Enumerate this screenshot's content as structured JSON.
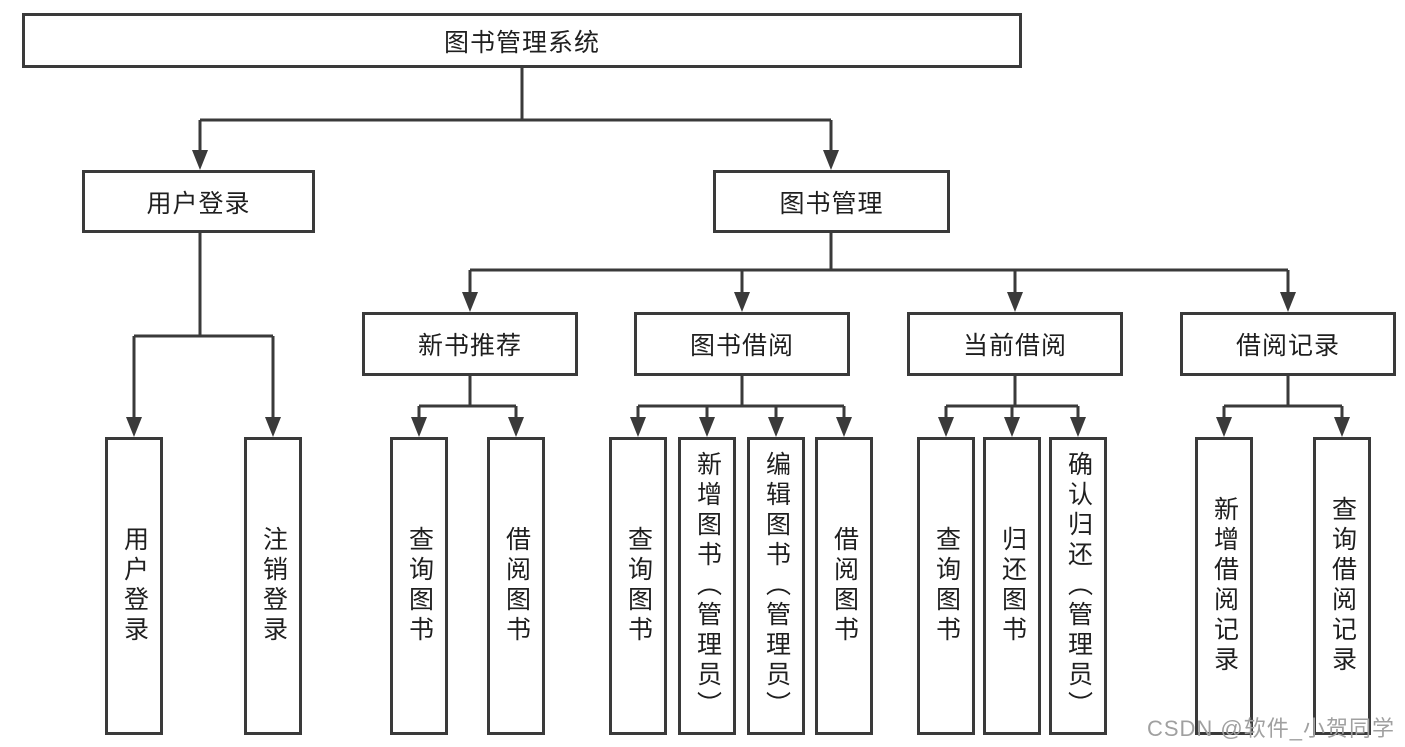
{
  "diagram": {
    "type": "hierarchy-tree",
    "watermark": "CSDN @软件_小贺同学",
    "colors": {
      "line": "#3a3a3a",
      "text": "#1f1f1f",
      "watermark": "#a0a0a0",
      "background": "#ffffff"
    },
    "root": {
      "label": "图书管理系统"
    },
    "branches": [
      {
        "label": "用户登录",
        "children": [
          {
            "label": "用户登录"
          },
          {
            "label": "注销登录"
          }
        ]
      },
      {
        "label": "图书管理",
        "children": [
          {
            "label": "新书推荐",
            "children": [
              {
                "label": "查询图书"
              },
              {
                "label": "借阅图书"
              }
            ]
          },
          {
            "label": "图书借阅",
            "children": [
              {
                "label": "查询图书"
              },
              {
                "label": "新增图书（管理员）"
              },
              {
                "label": "编辑图书（管理员）"
              },
              {
                "label": "借阅图书"
              }
            ]
          },
          {
            "label": "当前借阅",
            "children": [
              {
                "label": "查询图书"
              },
              {
                "label": "归还图书"
              },
              {
                "label": "确认归还（管理员）"
              }
            ]
          },
          {
            "label": "借阅记录",
            "children": [
              {
                "label": "新增借阅记录"
              },
              {
                "label": "查询借阅记录"
              }
            ]
          }
        ]
      }
    ]
  }
}
